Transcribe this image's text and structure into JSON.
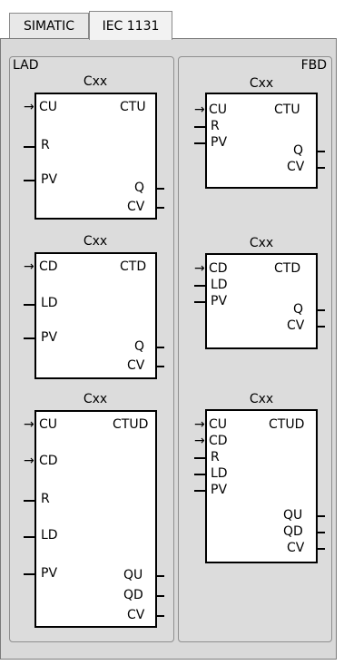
{
  "tabs": [
    {
      "label": "SIMATIC",
      "active": false
    },
    {
      "label": "IEC 1131",
      "active": true
    }
  ],
  "groups": {
    "lad": {
      "label": "LAD"
    },
    "fbd": {
      "label": "FBD"
    }
  },
  "blocks": {
    "lad_ctu": {
      "name": "Cxx",
      "type": "CTU",
      "inputs": [
        "CU",
        "R",
        "PV"
      ],
      "outputs": [
        "Q",
        "CV"
      ]
    },
    "lad_ctd": {
      "name": "Cxx",
      "type": "CTD",
      "inputs": [
        "CD",
        "LD",
        "PV"
      ],
      "outputs": [
        "Q",
        "CV"
      ]
    },
    "lad_ctud": {
      "name": "Cxx",
      "type": "CTUD",
      "inputs": [
        "CU",
        "CD",
        "R",
        "LD",
        "PV"
      ],
      "outputs": [
        "QU",
        "QD",
        "CV"
      ]
    },
    "fbd_ctu": {
      "name": "Cxx",
      "type": "CTU",
      "inputs": [
        "CU",
        "R",
        "PV"
      ],
      "outputs": [
        "Q",
        "CV"
      ]
    },
    "fbd_ctd": {
      "name": "Cxx",
      "type": "CTD",
      "inputs": [
        "CD",
        "LD",
        "PV"
      ],
      "outputs": [
        "Q",
        "CV"
      ]
    },
    "fbd_ctud": {
      "name": "Cxx",
      "type": "CTUD",
      "inputs": [
        "CU",
        "CD",
        "R",
        "LD",
        "PV"
      ],
      "outputs": [
        "QU",
        "QD",
        "CV"
      ]
    }
  }
}
